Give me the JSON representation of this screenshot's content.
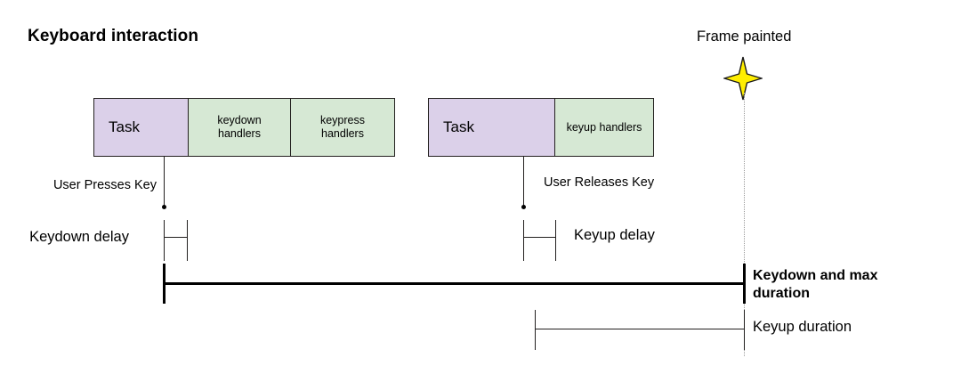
{
  "diagram": {
    "title": "Keyboard interaction",
    "type": "timeline-diagram",
    "colors": {
      "task_fill": "#DBD0E9",
      "handler_fill": "#D6E8D4",
      "stroke": "#23201F",
      "star_fill": "#FFEE00",
      "guide_line": "#9A9A9A"
    },
    "tasks": [
      {
        "name": "keydown-task-group",
        "segments": [
          {
            "label": "Task",
            "kind": "task"
          },
          {
            "label": "keydown\nhandlers",
            "line1": "keydown",
            "line2": "handlers",
            "kind": "handler"
          },
          {
            "label": "keypress\nhandlers",
            "line1": "keypress",
            "line2": "handlers",
            "kind": "handler"
          }
        ]
      },
      {
        "name": "keyup-task-group",
        "segments": [
          {
            "label": "Task",
            "kind": "task"
          },
          {
            "label": "keyup handlers",
            "line1": "keyup handlers",
            "line2": "",
            "kind": "handler"
          }
        ]
      }
    ],
    "events": [
      {
        "name": "user-presses-key",
        "label": "User Presses Key"
      },
      {
        "name": "user-releases-key",
        "label": "User Releases Key"
      }
    ],
    "markers": [
      {
        "name": "frame-painted",
        "label": "Frame painted",
        "icon": "four-point-star-icon"
      }
    ],
    "measures": [
      {
        "name": "keydown-delay",
        "label": "Keydown delay",
        "bold": false
      },
      {
        "name": "keyup-delay",
        "label": "Keyup delay",
        "bold": false
      },
      {
        "name": "keydown-and-max-duration",
        "label": "Keydown and max duration",
        "bold": true
      },
      {
        "name": "keyup-duration",
        "label": "Keyup duration",
        "bold": false
      }
    ]
  }
}
